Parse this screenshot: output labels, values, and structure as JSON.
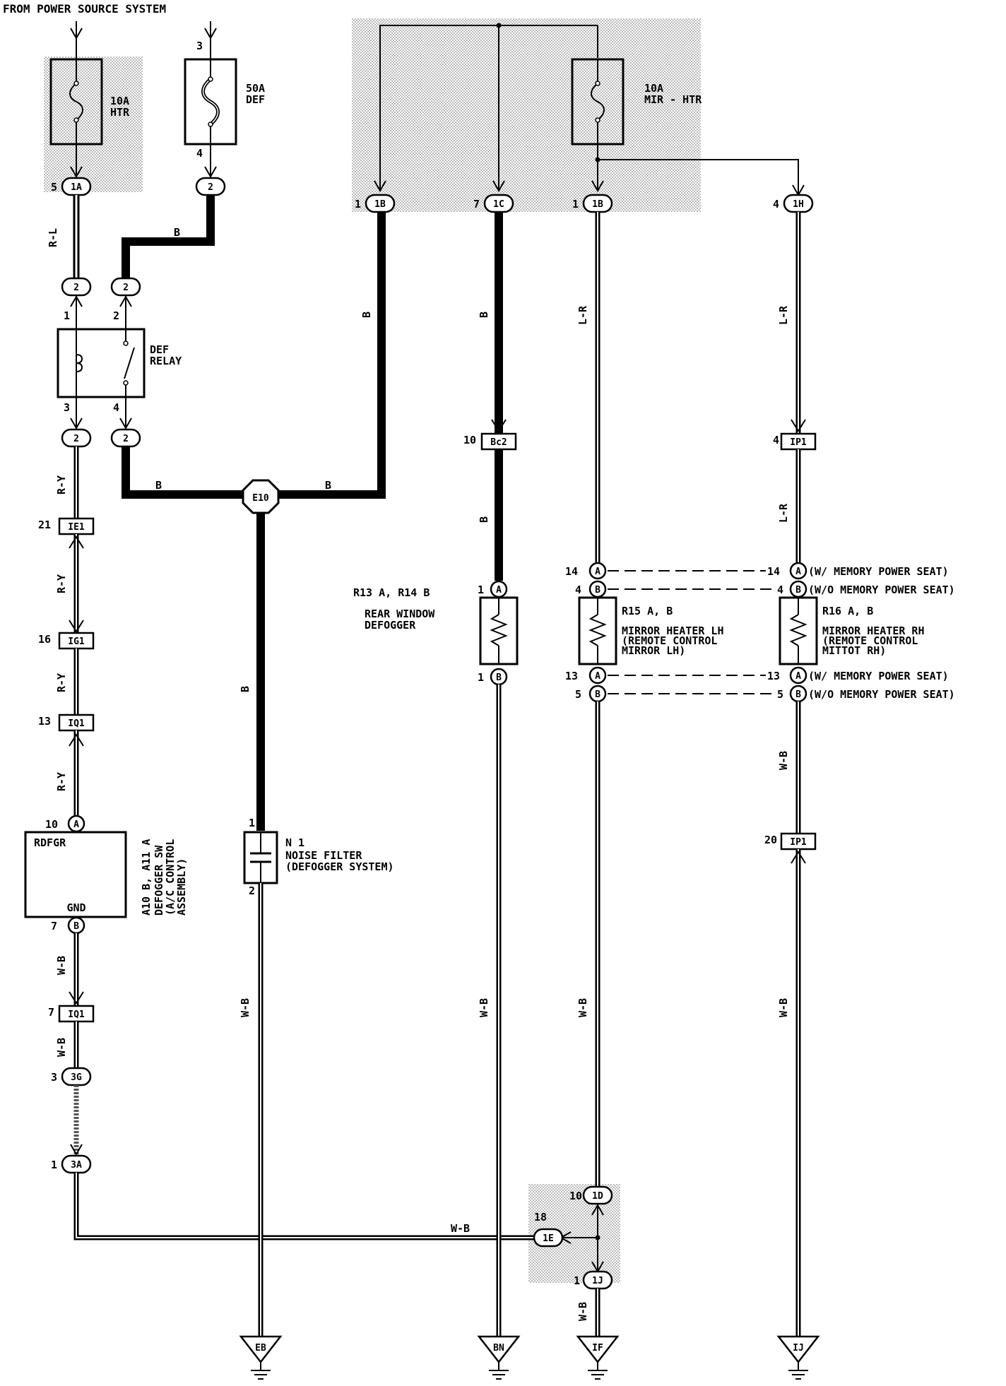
{
  "header": {
    "title": "FROM POWER SOURCE SYSTEM"
  },
  "fuses": {
    "htr": {
      "amp": "10A",
      "name": "HTR"
    },
    "def": {
      "amp": "50A",
      "name": "DEF",
      "pin_top": "3",
      "pin_bottom": "4"
    },
    "mir": {
      "amp": "10A",
      "name": "MIR - HTR"
    }
  },
  "relay": {
    "line1": "DEF",
    "line2": "RELAY",
    "pins": [
      "1",
      "2",
      "3",
      "4"
    ]
  },
  "wires": {
    "rl": "R-L",
    "b": "B",
    "ry": "R-Y",
    "wb": "W-B",
    "lr": "L-R"
  },
  "connectors": {
    "c1a": {
      "pin": "5",
      "id": "1A"
    },
    "c2_def": {
      "id": "2"
    },
    "c2": {
      "id": "2"
    },
    "c1b": {
      "pin": "1",
      "id": "1B"
    },
    "c1c": {
      "pin": "7",
      "id": "1C"
    },
    "c1b2": {
      "pin": "1",
      "id": "1B"
    },
    "c1h": {
      "pin": "4",
      "id": "1H"
    },
    "e10": {
      "id": "E10"
    },
    "bc2": {
      "pin": "10",
      "id": "Bc2"
    },
    "ip1a": {
      "pin": "4",
      "id": "IP1"
    },
    "ip1b": {
      "pin": "20",
      "id": "IP1"
    },
    "ie1": {
      "pin": "21",
      "id": "IE1"
    },
    "ig1": {
      "pin": "16",
      "id": "IG1"
    },
    "iq1a": {
      "pin": "13",
      "id": "IQ1"
    },
    "iq1b": {
      "pin": "7",
      "id": "IQ1"
    },
    "c3g": {
      "pin": "3",
      "id": "3G"
    },
    "c3a": {
      "pin": "1",
      "id": "3A"
    },
    "c1d": {
      "pin": "10",
      "id": "1D"
    },
    "c1e": {
      "pin": "18",
      "id": "1E"
    },
    "c1j": {
      "pin": "1",
      "id": "1J"
    }
  },
  "defogger_sw": {
    "pin_top": "10",
    "pin_top_id": "A",
    "pin_bottom": "7",
    "pin_bottom_id": "B",
    "label_rdfgr": "RDFGR",
    "label_gnd": "GND",
    "ref": "A10 B, A11 A",
    "line1": "DEFOGGER SW",
    "line2": "(A/C CONTROL",
    "line3": "ASSEMBLY)"
  },
  "noise_filter": {
    "ref": "N 1",
    "line1": "NOISE FILTER",
    "line2": "(DEFOGGER SYSTEM)",
    "pin_top": "1",
    "pin_bottom": "2"
  },
  "rear_defogger": {
    "ref": "R13 A, R14 B",
    "line1": "REAR WINDOW",
    "line2": "DEFOGGER",
    "pin_top": "1",
    "pin_top_id": "A",
    "pin_bottom": "1",
    "pin_bottom_id": "B"
  },
  "mirror_lh": {
    "ref": "R15 A, B",
    "line1": "MIRROR HEATER LH",
    "line2": "(REMOTE CONTROL",
    "line3": "MIRROR LH)",
    "pins": [
      {
        "pin": "14",
        "id": "A"
      },
      {
        "pin": "4",
        "id": "B"
      },
      {
        "pin": "13",
        "id": "A"
      },
      {
        "pin": "5",
        "id": "B"
      }
    ]
  },
  "mirror_rh": {
    "ref": "R16 A, B",
    "line1": "MIRROR HEATER RH",
    "line2": "(REMOTE CONTROL",
    "line3": "MITTOT RH)",
    "pins": [
      {
        "pin": "14",
        "id": "A",
        "note": "(W/ MEMORY POWER SEAT)"
      },
      {
        "pin": "4",
        "id": "B",
        "note": "(W/O MEMORY POWER SEAT)"
      },
      {
        "pin": "13",
        "id": "A",
        "note": "(W/ MEMORY POWER SEAT)"
      },
      {
        "pin": "5",
        "id": "B",
        "note": "(W/O MEMORY POWER SEAT)"
      }
    ]
  },
  "grounds": [
    "EB",
    "BN",
    "IF",
    "IJ"
  ]
}
